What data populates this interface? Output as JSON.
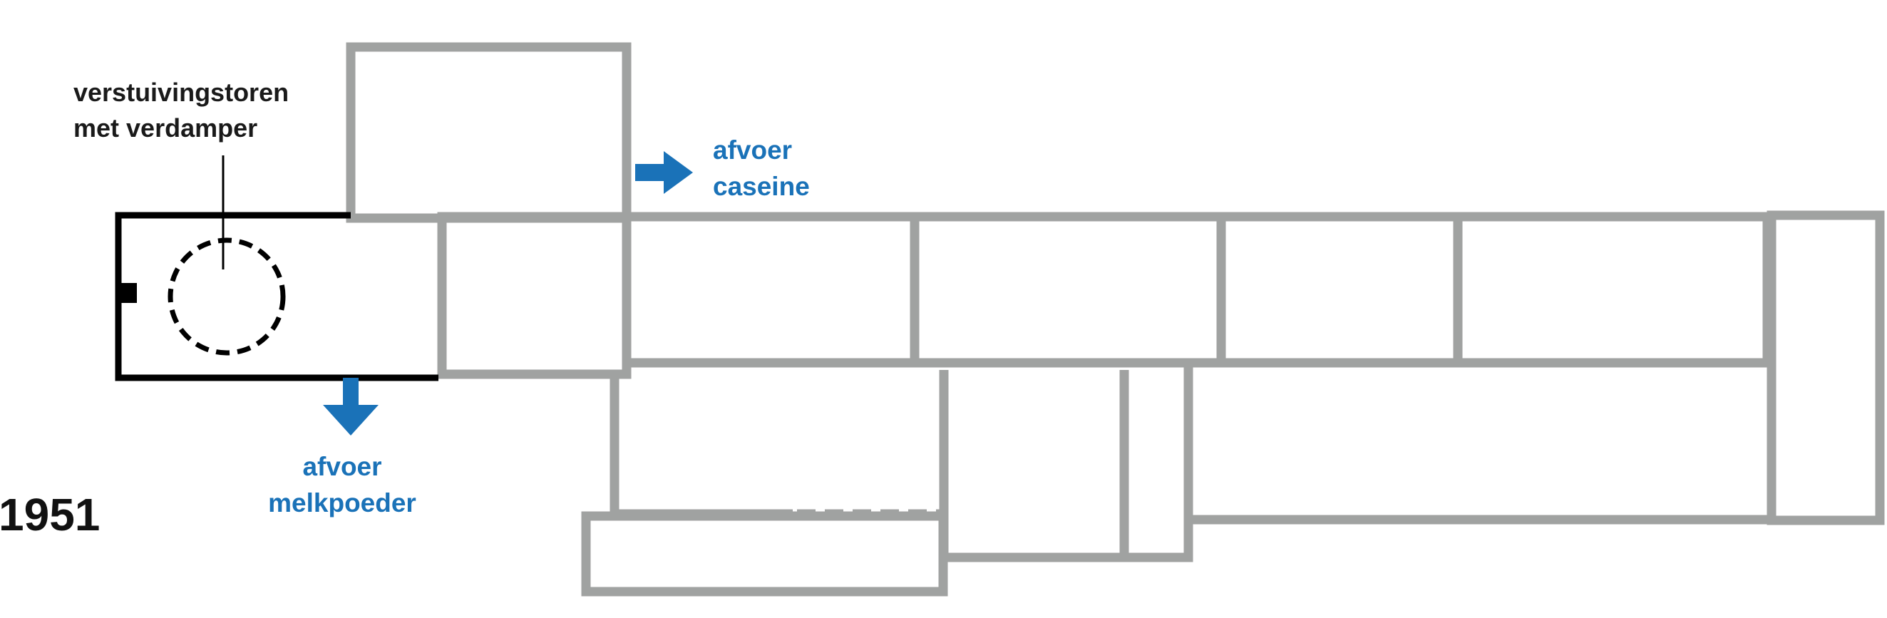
{
  "diagram": {
    "year": "1951",
    "labels": {
      "tower_line1": "verstuivingstoren",
      "tower_line2": "met verdamper",
      "casein_line1": "afvoer",
      "casein_line2": "caseine",
      "powder_line1": "afvoer",
      "powder_line2": "melkpoeder"
    },
    "colors": {
      "building_outline": "#a0a2a1",
      "new_building": "#000000",
      "arrow": "#1a72b8",
      "label_blue": "#1a72b8",
      "label_dark": "#1a1a1a"
    }
  }
}
